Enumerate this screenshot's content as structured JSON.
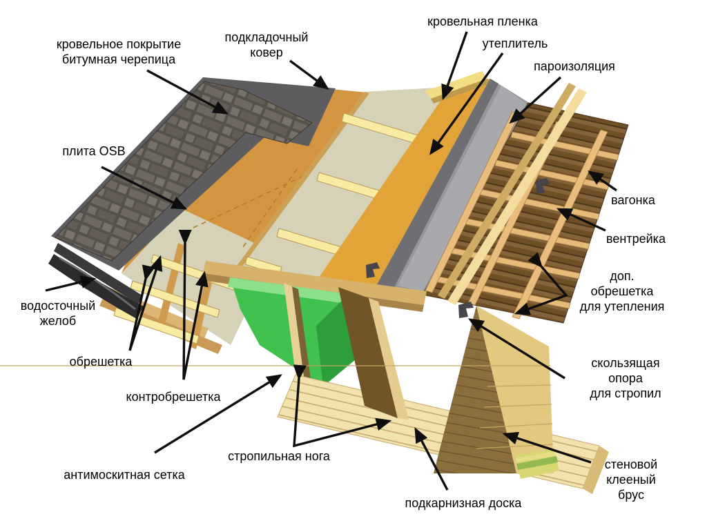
{
  "diagram": {
    "type": "roof-construction-cutaway",
    "language": "ru",
    "labels": {
      "roof_cover": {
        "text": "кровельное покрытие\nбитумная черепица"
      },
      "underlay_carpet": {
        "text": "подкладочный\nковер"
      },
      "roof_film": {
        "text": "кровельная пленка"
      },
      "insulation": {
        "text": "утеплитель"
      },
      "vapor_barrier": {
        "text": "пароизоляция"
      },
      "osb_board": {
        "text": "плита OSB"
      },
      "gutter": {
        "text": "водосточный\nжелоб"
      },
      "lathing": {
        "text": "обрешетка"
      },
      "counter_lathing": {
        "text": "контробрешетка"
      },
      "mosquito_mesh": {
        "text": "антимоскитная сетка"
      },
      "rafter_leg": {
        "text": "стропильная нога"
      },
      "eave_board": {
        "text": "подкарнизная доска"
      },
      "wall_beam": {
        "text": "стеновой\nклееный брус"
      },
      "sliding_support": {
        "text": "скользящая опора\nдля стропил"
      },
      "cladding": {
        "text": "вагонка"
      },
      "vent_strip": {
        "text": "вентрейка"
      },
      "extra_lathing": {
        "text": "доп. обрешетка\nдля утепления"
      }
    },
    "palette": {
      "background": "#ffffff",
      "arrow": "#0e0e0e",
      "shingles": "#57524c",
      "underlay": "#5d5d60",
      "osb": "#d3953f",
      "film": "#d6d2b7",
      "batten_yellow": "#f8eba2",
      "counter_batten": "#cf9a4e",
      "insulation": "#e2a339",
      "vapor": "#97979a",
      "cladding_wood": "#7a592c",
      "grid_batten": "#e9be7c",
      "mesh_green": "#41c24f",
      "rafter_light": "#e8d194",
      "rafter_dark": "#6f5527",
      "fascia": "#f2e3ae",
      "support_beam": "#d7b26a",
      "wall_beam_light": "#e3c87f",
      "wall_beam_dark": "#8a6e3e",
      "gutter_metal": "#2c2c2e"
    }
  }
}
